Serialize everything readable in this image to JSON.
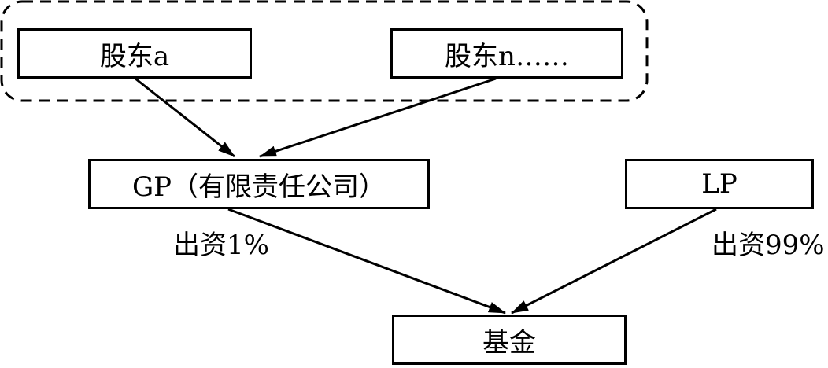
{
  "diagram": {
    "nodes": {
      "shareholder_a": "股东a",
      "shareholder_n": "股东n……",
      "gp": "GP（有限责任公司）",
      "lp": "LP",
      "fund": "基金"
    },
    "edges": [
      {
        "from": "shareholder_a",
        "to": "gp",
        "label": ""
      },
      {
        "from": "shareholder_n",
        "to": "gp",
        "label": ""
      },
      {
        "from": "gp",
        "to": "fund",
        "label": "出资1%"
      },
      {
        "from": "lp",
        "to": "fund",
        "label": "出资99%"
      }
    ],
    "group": {
      "members": [
        "shareholder_a",
        "shareholder_n"
      ],
      "style": "dashed-rounded"
    }
  }
}
